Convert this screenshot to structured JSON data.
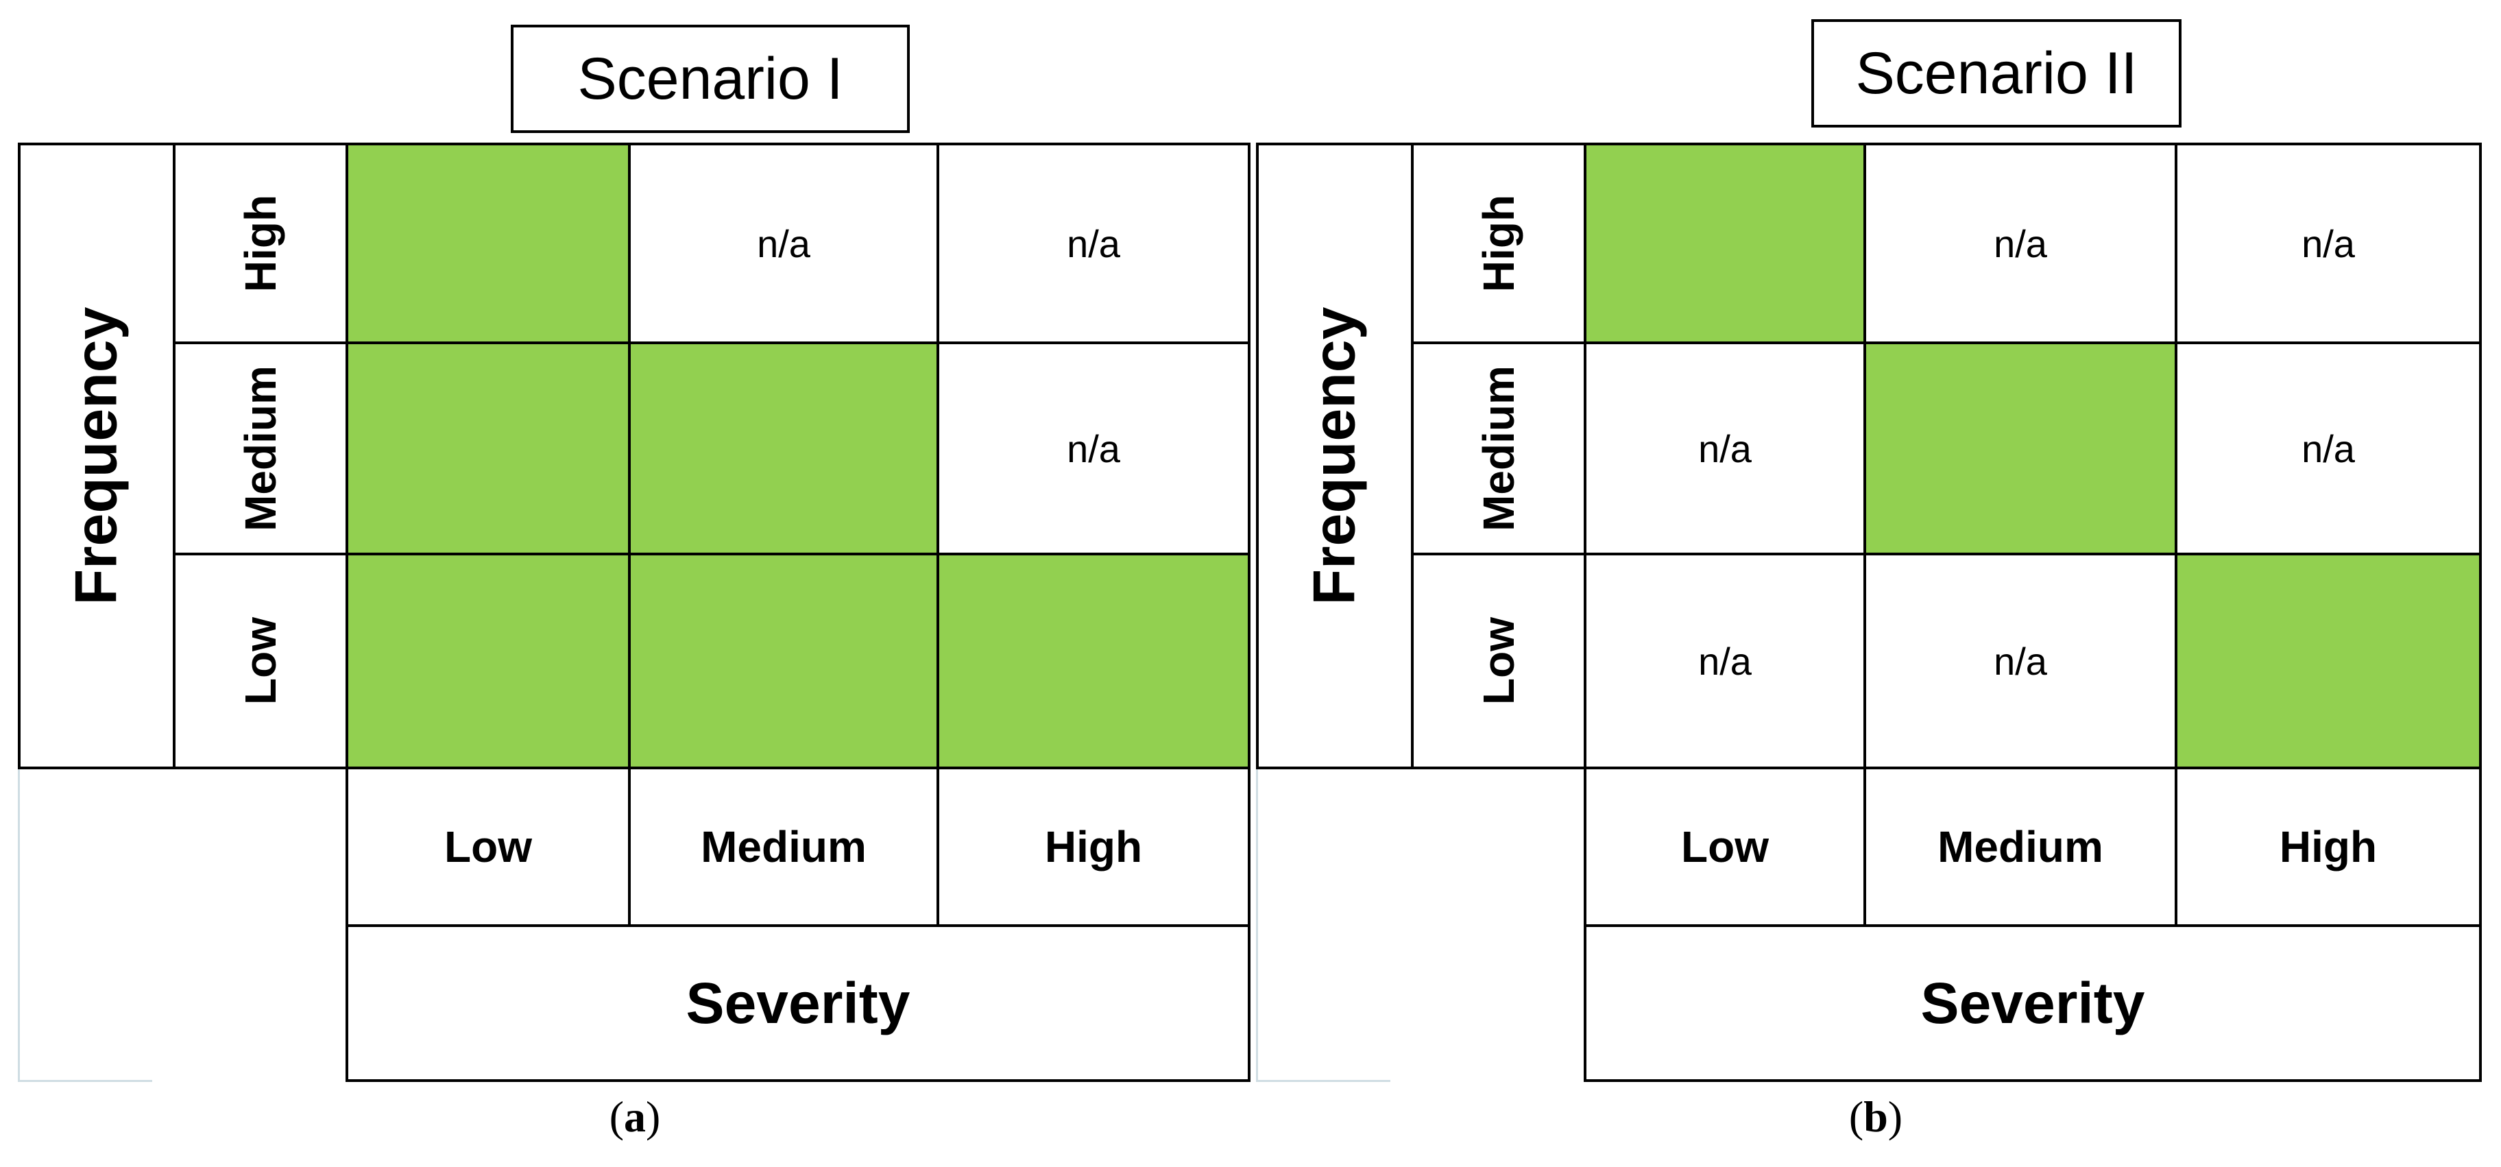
{
  "panels": [
    {
      "id": "a",
      "title": "Scenario I",
      "caption_letter": "a",
      "y_axis_label": "Frequency",
      "x_axis_label": "Severity",
      "row_labels": [
        "High",
        "Medium",
        "Low"
      ],
      "col_labels": [
        "Low",
        "Medium",
        "High"
      ],
      "cells": [
        [
          "",
          "n/a",
          "n/a"
        ],
        [
          "",
          "",
          "n/a"
        ],
        [
          "",
          "",
          ""
        ]
      ],
      "green": [
        [
          true,
          false,
          false
        ],
        [
          true,
          true,
          false
        ],
        [
          true,
          true,
          true
        ]
      ]
    },
    {
      "id": "b",
      "title": "Scenario II",
      "caption_letter": "b",
      "y_axis_label": "Frequency",
      "x_axis_label": "Severity",
      "row_labels": [
        "High",
        "Medium",
        "Low"
      ],
      "col_labels": [
        "Low",
        "Medium",
        "High"
      ],
      "cells": [
        [
          "",
          "n/a",
          "n/a"
        ],
        [
          "n/a",
          "",
          "n/a"
        ],
        [
          "n/a",
          "n/a",
          ""
        ]
      ],
      "green": [
        [
          true,
          false,
          false
        ],
        [
          false,
          true,
          false
        ],
        [
          false,
          false,
          true
        ]
      ]
    }
  ],
  "colors": {
    "acceptable": "#92d050",
    "border": "#000000"
  }
}
